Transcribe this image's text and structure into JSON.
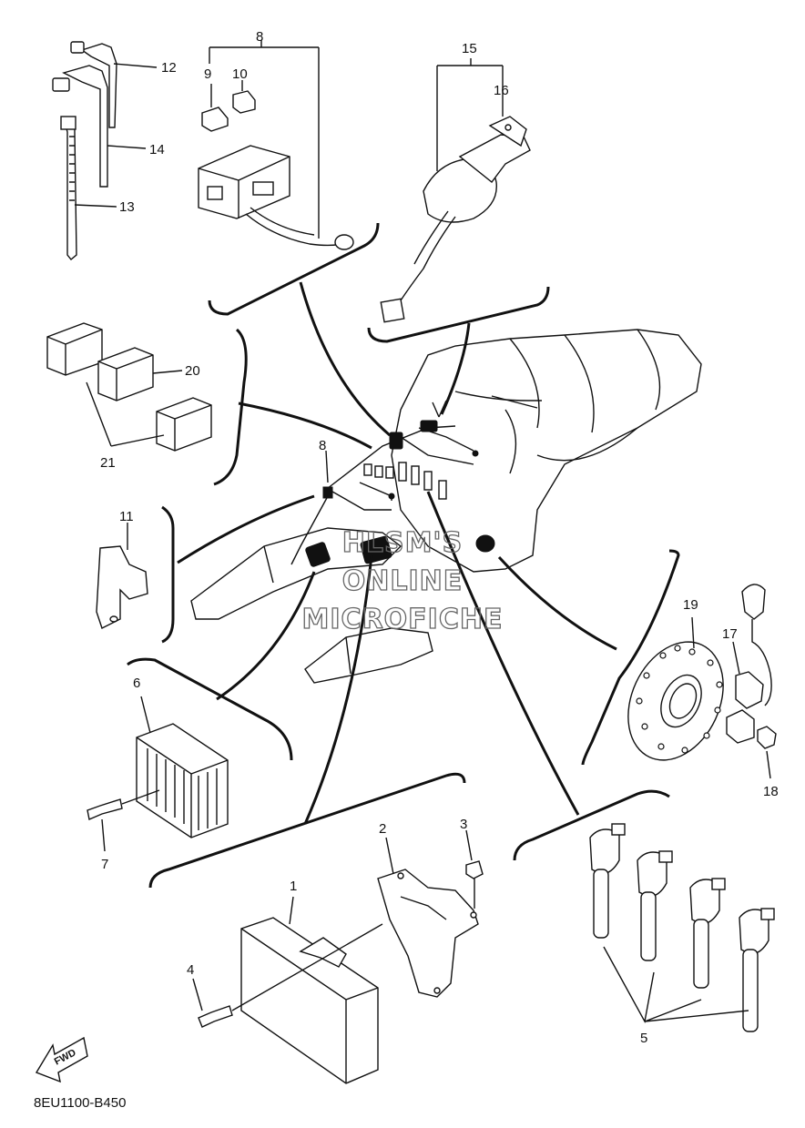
{
  "diagram_code": "8EU1100-B450",
  "fwd_label": "FWD",
  "watermark": [
    "HLSM'S",
    "ONLINE",
    "MICROFICHE"
  ],
  "callouts": [
    "1",
    "2",
    "3",
    "4",
    "5",
    "6",
    "7",
    "8",
    "9",
    "10",
    "11",
    "12",
    "13",
    "14",
    "15",
    "16",
    "17",
    "18",
    "19",
    "20",
    "21"
  ],
  "center_callout": "8"
}
